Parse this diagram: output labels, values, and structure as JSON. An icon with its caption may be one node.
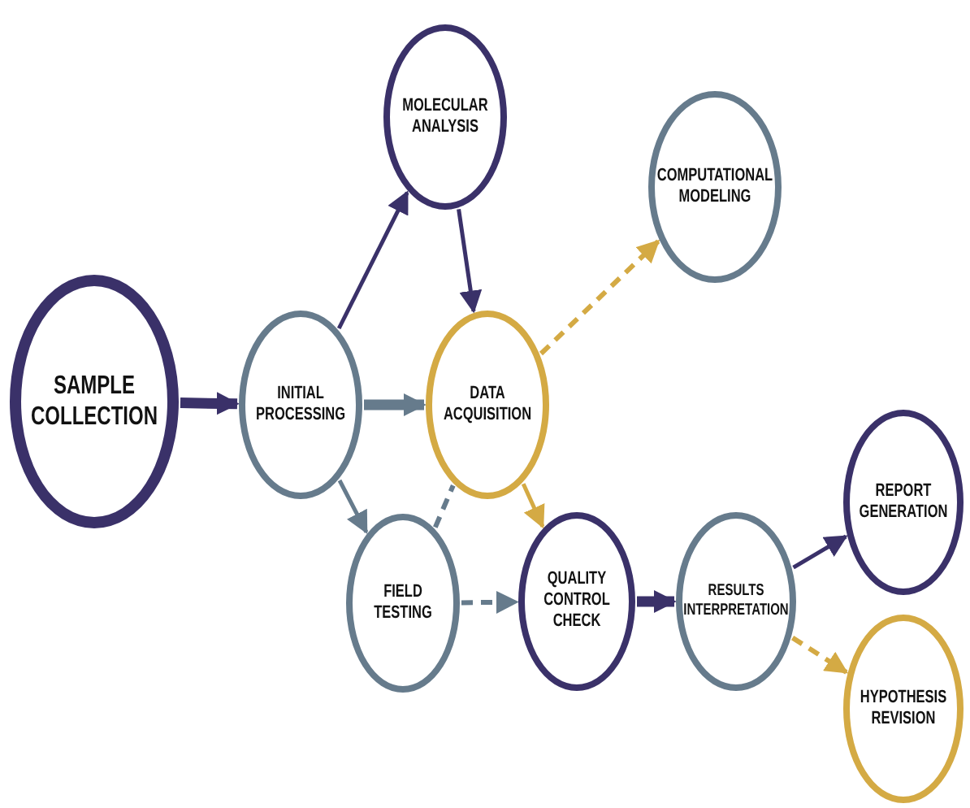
{
  "diagram": {
    "nodes": [
      {
        "text": [
          "SAMPLE COLLECTION"
        ]
      },
      {
        "text": [
          "INITIAL PROCESSING"
        ]
      },
      {
        "text": [
          "MOLECULAR ANALYSIS"
        ]
      },
      {
        "text": [
          "DATA ACQUISITION"
        ]
      },
      {
        "text": [
          "COMPUTATIONAL MODELING"
        ]
      },
      {
        "text": [
          "FIELD TESTING"
        ]
      },
      {
        "text": [
          "QUALITY CONTROL CHECK"
        ]
      },
      {
        "text": [
          "RESULTS INTERPRETATION"
        ]
      },
      {
        "text": [
          "REPORT GENERATION"
        ]
      },
      {
        "text": [
          "HYPOTHESIS REVISION"
        ]
      }
    ],
    "edges": [
      {
        "from": 0,
        "to": 1,
        "arrow": "to",
        "style": "thick",
        "color": "#3a3169"
      },
      {
        "from": 1,
        "to": 2,
        "arrow": "to",
        "color": "#3a3169"
      },
      {
        "from": 1,
        "to": 3,
        "arrow": "to",
        "style": "thick",
        "color": "#667b8c"
      },
      {
        "from": 2,
        "to": 3,
        "arrow": "to",
        "color": "#3a3169"
      },
      {
        "from": 3,
        "to": 4,
        "arrow": "to",
        "style": "dashed",
        "color": "#d4aa44"
      },
      {
        "from": 1,
        "to": 5,
        "arrow": "to",
        "color": "#667b8c"
      },
      {
        "from": 3,
        "to": 6,
        "arrow": "to",
        "color": "#d4aa44"
      },
      {
        "from": 5,
        "to": 3,
        "arrow": "none",
        "style": "dashed",
        "color": "#667b8c"
      },
      {
        "from": 5,
        "to": 6,
        "arrow": "to",
        "style": "dashed",
        "color": "#667b8c"
      },
      {
        "from": 6,
        "to": 7,
        "arrow": "to",
        "style": "thick",
        "color": "#3a3169"
      },
      {
        "from": 7,
        "to": 8,
        "arrow": "to",
        "color": "#3a3169"
      },
      {
        "from": 7,
        "to": 9,
        "arrow": "to",
        "style": "dashed",
        "color": "#d4aa44"
      }
    ]
  }
}
